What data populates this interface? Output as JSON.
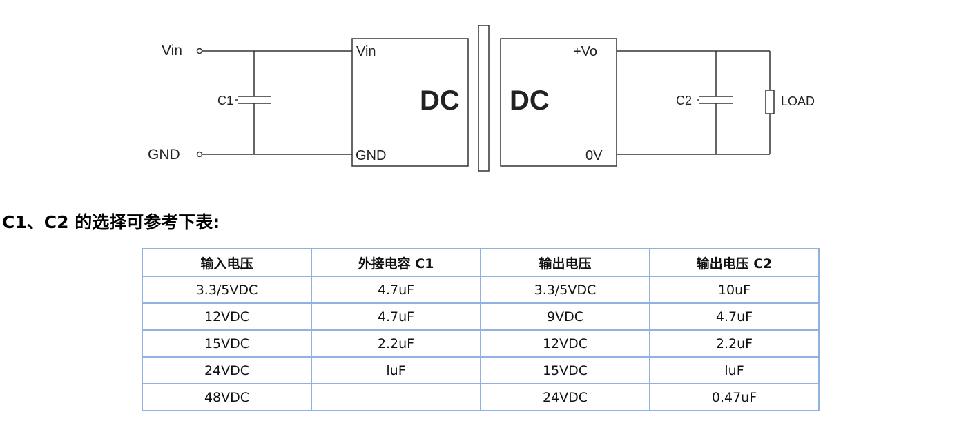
{
  "diagram": {
    "input_pins": {
      "vin": "Vin",
      "gnd": "GND"
    },
    "capacitor_c1": "C1",
    "capacitor_c2": "C2",
    "left_block": {
      "pin_vin": "Vin",
      "pin_gnd": "GND",
      "label": "DC"
    },
    "right_block": {
      "pin_vo": "+Vo",
      "pin_0v": "0V",
      "label": "DC"
    },
    "load": "LOAD"
  },
  "heading": "C1、C2 的选择可参考下表:",
  "table": {
    "headers": [
      "输入电压",
      "外接电容 C1",
      "输出电压",
      "输出电压 C2"
    ],
    "rows": [
      [
        "3.3/5VDC",
        "4.7uF",
        "3.3/5VDC",
        "10uF"
      ],
      [
        "12VDC",
        "4.7uF",
        "9VDC",
        "4.7uF"
      ],
      [
        "15VDC",
        "2.2uF",
        "12VDC",
        "2.2uF"
      ],
      [
        "24VDC",
        "luF",
        "15VDC",
        "luF"
      ],
      [
        "48VDC",
        "",
        "24VDC",
        "0.47uF"
      ]
    ]
  }
}
